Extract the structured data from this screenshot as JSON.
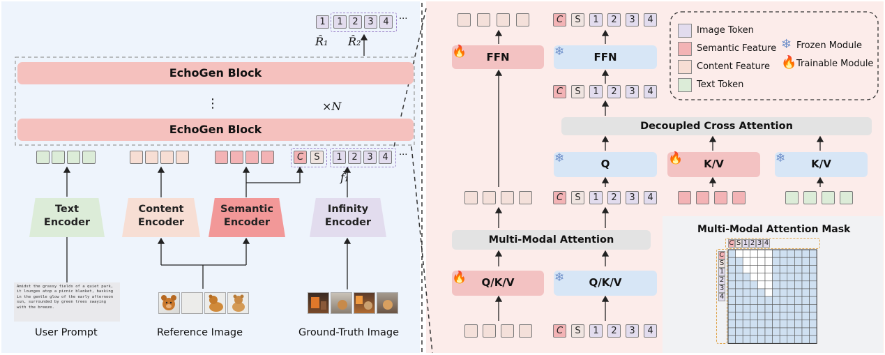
{
  "left": {
    "top_token_labels": [
      "1",
      "1",
      "2",
      "3",
      "4"
    ],
    "r1_label": "R̂₁",
    "r2_label": "R̂₂",
    "ellipsis": "···",
    "block_label": "EchoGen Block",
    "vdots": "⋮",
    "times_n": "×N",
    "cs_labels": [
      "C",
      "S"
    ],
    "gt_token_labels": [
      "1",
      "2",
      "3",
      "4"
    ],
    "f1_label": "f̃₁",
    "encoders": {
      "text": "Text\nEncoder",
      "content": "Content\nEncoder",
      "semantic": "Semantic\nEncoder",
      "infinity": "Infinity\nEncoder"
    },
    "user_prompt_text": "Amidst the grassy fields of a quiet park, it lounges atop a picnic blanket, basking in the gentle glow of the early afternoon sun, surrounded by green trees swaying with the breeze.",
    "captions": {
      "user_prompt": "User Prompt",
      "reference_image": "Reference Image",
      "ground_truth_image": "Ground-Truth Image"
    }
  },
  "right": {
    "ffn": "FFN",
    "decoupled_cross_attention": "Decoupled Cross Attention",
    "q": "Q",
    "kv": "K/V",
    "multi_modal_attention": "Multi-Modal Attention",
    "qkv": "Q/K/V",
    "token_seq": [
      "C",
      "S",
      "1",
      "2",
      "3",
      "4"
    ]
  },
  "legend": {
    "image_token": "Image Token",
    "semantic_feature": "Semantic Feature",
    "content_feature": "Content Feature",
    "text_token": "Text Token",
    "frozen_module": "Frozen Module",
    "trainable_module": "Trainable Module"
  },
  "mask": {
    "title": "Multi-Modal Attention Mask",
    "header_tokens": [
      "C",
      "S",
      "1",
      "2",
      "3",
      "4"
    ]
  },
  "colors": {
    "image_token": "#e2dcee",
    "semantic_feature": "#f3b3b5",
    "content_feature": "#f7ded4",
    "text_token": "#dcecd8",
    "frozen_icon": "#6e8fc9",
    "trainable_icon": "#f07a1c",
    "mask_blue": "#cfe0f1"
  },
  "icons": {
    "frozen": "snowflake-icon",
    "trainable": "fire-icon"
  }
}
